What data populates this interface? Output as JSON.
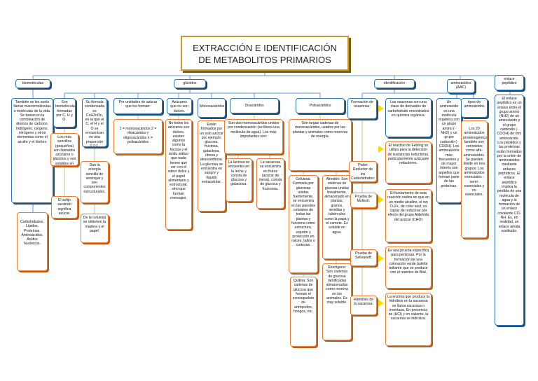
{
  "title": {
    "line1": "EXTRACCIÓN E IDENTIFICACIÓN",
    "line2": "DE METABOLITOS PRIMARIOS"
  },
  "biomoleculas": {
    "label": "biomoléculas",
    "desc": "También se les suele llamar macromoléculas o moléculas de la vida. Se basan en la combinación de átomos de carbono, hidrógeno, oxígeno, nitrógeno y otros elementos como el azufre y el fósforo",
    "examples": "Carbohidratos. Lípidos. Proteínas. Aminoácidos. Ácidos Nucleicos."
  },
  "glucidos": {
    "label": "glúcidos",
    "c1_head": "Son biomoléculas formadas por C, H y O.",
    "c1_a": "Los más sencillos (pequeños) son llamados azúcares o glúcidos y son solubles en agua.",
    "c1_b": "El sufijo sacárido significa azúcar.",
    "c2_head": "Su fórmula condensada es CnH2nOn, en la que el C, el H y el O se encuentran en una proporción 1:2:1.",
    "c2_a": "Dan la energía sencilla de arranque y son componentes estructurales.",
    "c2_b": "De la celulosa se obtienen la madera y el papel.",
    "c3_head": "Por unidades de azúcar que los forman:",
    "c3_a": "1 = monosacáridos 2 = disacáridos y oligosacáridos n = polisacáridos",
    "c4_head": "Azúcares que no son dulces.",
    "c4_a": "No todos los azúcares son dulces, existen algunos como la fucosa y el ácido siálico que nada tienen que ver con el sabor dulce y el papel alimentario y estructural, sino que forman mensajes.",
    "c5_head": "Monosacáridos",
    "c5_a": "Están formados por un solo azúcar por ejemplo: glucosa, fructosa, galactosa, ribosa y desoxirribosa. La glucosa se encuentra en sangre y líquido extracelular.",
    "c6_head": "Disacáridos",
    "c6_a": "Son dos monosacáridos unidos por condensación (se libera una molécula de agua). Los más importantes son:",
    "c6_b": "La lactosa se encuentra en la leche y consta de glucosa y galactosa.",
    "c6_c": "La sacarosa se encuentra en frutos (azúcar de mesa), consta de glucosa y fructuosa.",
    "c7_head": "Polisacáridos",
    "c7_a": "Son largas cadenas de monosacáridos, usados por las plantas y animales como reservas de energía.",
    "c7_b": "Celulosa: Formada por glucosas unidas fuertemente, se encuentra en las paredes celulares de todas las plantas y funciona como estructura, soporte y protección en raíces, tallos o cortezas.",
    "c7_c": "Almidón: Son cadenas de glucosa unidas linealmente, almacenado en plantas, granos, semillas y tubérculos como la papa y el camote. Es soluble en agua.",
    "c7_d": "Quitina: Son cadenas de glucosa que forman el exoesqueleto de artrópodos, hongos, etc.",
    "c7_e": "Glucógeno: Son cadenas de glucosa ramificadas almacenadas como reserva en los animales. Es muy soluble."
  },
  "identificacion": {
    "label": "identificación",
    "osazonas_head": "Formación de osazonas:",
    "osazonas_desc": "Las osazonas son una clase de derivados de carbohidrato encontrados en química orgánica.",
    "fehling_head": "Poder Reductor de los Carbohidratos:",
    "fehling_desc": "El reactivo de Fehling se utiliza para la detección de sustancias reductoras, particularmente azúcares reductores.",
    "molisch_head": "Prueba de Molisch:",
    "molisch_desc": "El fundamento de esta reacción radica en que en un medio alcalino, el ion Cu2+, de color azul, es capaz de reducirse por efecto del grupo Aldehído del azúcar (CHO)",
    "selivanoff_head": "Prueba de Selivanoff:",
    "selivanoff_desc": "Es una prueba específica para pentosas. Por la formación de una coloración verde botella brillante que se produce con el reactivo de Bial.",
    "hidrolisis_head": "Hidrólisis de la sacarosa:",
    "hidrolisis_desc": "La enzima que produce la hidrólisis en la sacarosa se llama sacarasa o invertasa. En presencia de (HCl) y en caliente, la sacarosa se hidroliza."
  },
  "aminoacido": {
    "label": "aminoácidos (AAC)",
    "desc": "Un aminoácido es una molécula orgánica con un grupo amino (-NH2) y un grupo carboxilo (-COOH). Los aminoácidos más frecuentes y de mayor interés son aquellos que forman parte de las proteínas.",
    "tipos_head": "tipos de aminoácidos",
    "tipos_desc": "Los 20 aminoácidos proteinogénicos también son conocidos como alfa-aminoácidos. Se pueden dividir en tres grupos: Los aminoácidos esenciales - semi-esenciales y no esenciales."
  },
  "enlace": {
    "label": "enlace peptídico",
    "desc": "El enlace peptídico es un enlace entre el grupo amino (NH2) de un aminoácido y el grupo carboxilo (-COOH) de otro aminoácido. Los péptidos y las proteínas están formados por la unión de aminoácidos mediante enlaces peptídicos. El enlace peptídico implica la pérdida de una molécula de agua y la formación de un enlace covalente CO-NH. Es, en realidad, un enlace amida sustituido."
  },
  "colors": {
    "blue": "#2e75b6",
    "green": "#70ad47",
    "orange": "#ed7d31",
    "gold": "#c99b2b",
    "arrow": "#ffd800"
  }
}
